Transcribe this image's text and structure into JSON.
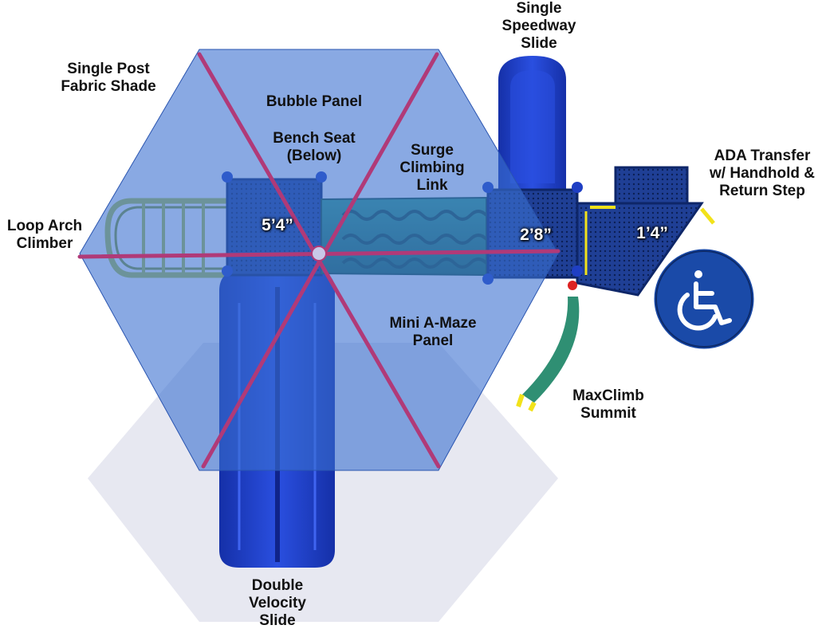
{
  "labels": {
    "shade": [
      "Single Post",
      "Fabric Shade"
    ],
    "bubble_panel": "Bubble Panel",
    "bench_seat": [
      "Bench Seat",
      "(Below)"
    ],
    "surge_link": [
      "Surge",
      "Climbing",
      "Link"
    ],
    "speedway_slide": [
      "Single",
      "Speedway",
      "Slide"
    ],
    "ada_transfer": [
      "ADA Transfer",
      "w/ Handhold &",
      "Return Step"
    ],
    "loop_arch": [
      "Loop Arch",
      "Climber"
    ],
    "mini_amaze": [
      "Mini A-Maze",
      "Panel"
    ],
    "maxclimb": [
      "MaxClimb",
      "Summit"
    ],
    "double_slide": [
      "Double",
      "Velocity",
      "Slide"
    ]
  },
  "heights": {
    "deck_main": "5’4”",
    "deck_mid": "2’8”",
    "deck_low": "1’4”"
  },
  "icons": {
    "accessibility": "wheelchair-icon"
  },
  "colors": {
    "shade_fill": "#3a6fd0",
    "shade_frame": "#b03a78",
    "deck_blue": "#1d3f9a",
    "slide_blue": "#1f3fc4",
    "climber_green": "#2f8f73",
    "arch_yellow": "#b6c84a",
    "ada_badge": "#1a4aa8",
    "handhold_yellow": "#f2e21a"
  }
}
